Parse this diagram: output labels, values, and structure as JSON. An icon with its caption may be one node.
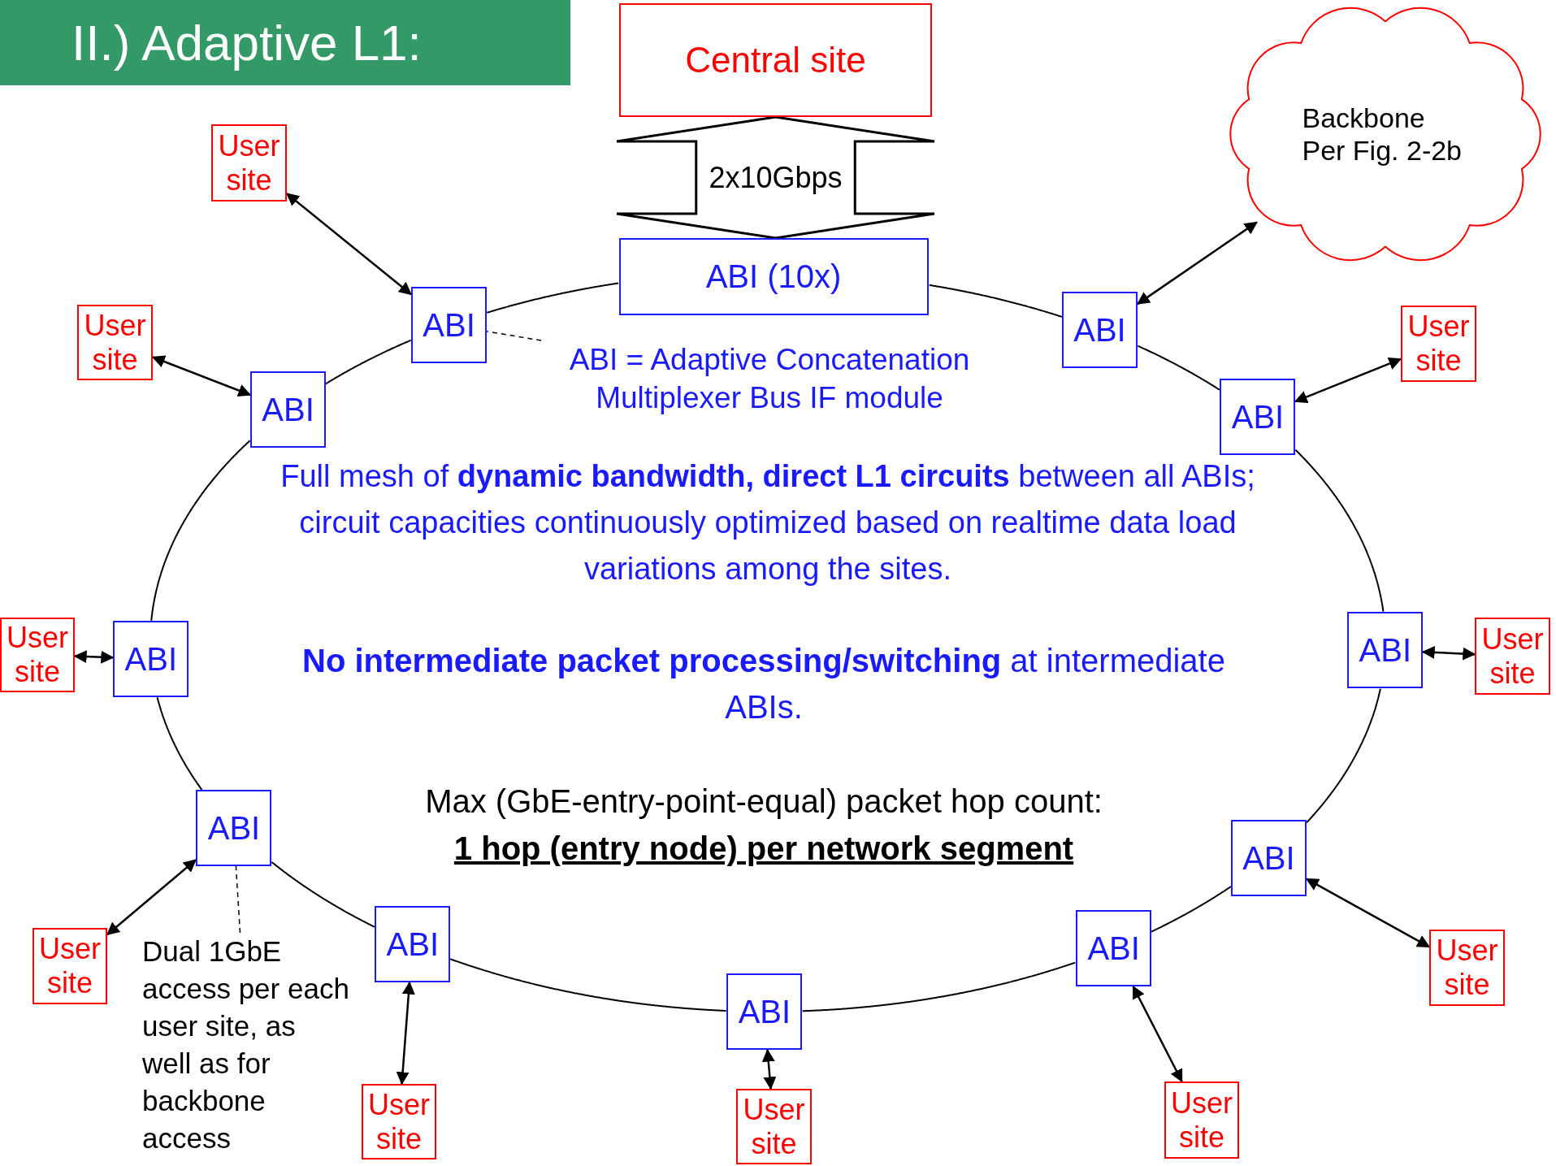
{
  "diagram": {
    "title": "II.) Adaptive L1:",
    "nodes": [
      {
        "text": [
          "Central site"
        ]
      },
      {
        "text": [
          "ABI (10x)"
        ]
      },
      {
        "text": [
          "Backbone Per Fig. 2-2b"
        ]
      },
      {
        "text": [
          "User site"
        ]
      },
      {
        "text": [
          "ABI"
        ]
      },
      {
        "text": [
          "User site"
        ]
      },
      {
        "text": [
          "ABI"
        ]
      },
      {
        "text": [
          "ABI"
        ]
      },
      {
        "text": [
          "User site"
        ]
      },
      {
        "text": [
          "ABI"
        ]
      },
      {
        "text": [
          "User site"
        ]
      },
      {
        "text": [
          "ABI"
        ]
      },
      {
        "text": [
          "ABI"
        ]
      },
      {
        "text": [
          "User site"
        ]
      },
      {
        "text": [
          "ABI"
        ]
      },
      {
        "text": [
          "User site"
        ]
      },
      {
        "text": [
          "ABI"
        ]
      },
      {
        "text": [
          "User site"
        ]
      },
      {
        "text": [
          "ABI"
        ]
      },
      {
        "text": [
          "User site"
        ]
      },
      {
        "text": [
          "ABI"
        ]
      },
      {
        "text": [
          "User site"
        ]
      },
      {
        "text": [
          "ABI"
        ]
      },
      {
        "text": [
          "User site"
        ]
      },
      {
        "text": [
          "ABI = Adaptive Concatenation Multiplexer Bus IF module"
        ]
      },
      {
        "text": [
          "Dual 1GbE access per each user site, as well as for backbone access"
        ]
      }
    ],
    "edges": [
      {
        "from": 0,
        "to": 1,
        "arrow": "both",
        "label": "2x10Gbps",
        "style": "thick"
      },
      {
        "from": 1,
        "to": 7,
        "arrow": "none"
      },
      {
        "from": 7,
        "to": 9,
        "arrow": "none"
      },
      {
        "from": 9,
        "to": 12,
        "arrow": "none"
      },
      {
        "from": 12,
        "to": 22,
        "arrow": "none"
      },
      {
        "from": 22,
        "to": 20,
        "arrow": "none"
      },
      {
        "from": 20,
        "to": 18,
        "arrow": "none"
      },
      {
        "from": 18,
        "to": 16,
        "arrow": "none"
      },
      {
        "from": 16,
        "to": 14,
        "arrow": "none"
      },
      {
        "from": 14,
        "to": 11,
        "arrow": "none"
      },
      {
        "from": 11,
        "to": 6,
        "arrow": "none"
      },
      {
        "from": 6,
        "to": 4,
        "arrow": "none"
      },
      {
        "from": 4,
        "to": 1,
        "arrow": "none"
      },
      {
        "from": 3,
        "to": 4,
        "arrow": "both"
      },
      {
        "from": 5,
        "to": 6,
        "arrow": "both"
      },
      {
        "from": 2,
        "to": 7,
        "arrow": "both"
      },
      {
        "from": 8,
        "to": 9,
        "arrow": "both"
      },
      {
        "from": 10,
        "to": 11,
        "arrow": "both"
      },
      {
        "from": 12,
        "to": 13,
        "arrow": "both"
      },
      {
        "from": 14,
        "to": 15,
        "arrow": "both"
      },
      {
        "from": 16,
        "to": 17,
        "arrow": "both"
      },
      {
        "from": 18,
        "to": 19,
        "arrow": "both"
      },
      {
        "from": 20,
        "to": 21,
        "arrow": "both"
      },
      {
        "from": 22,
        "to": 23,
        "arrow": "both"
      },
      {
        "from": 24,
        "to": 4,
        "arrow": "none",
        "style": "dashed"
      },
      {
        "from": 25,
        "to": 14,
        "arrow": "none",
        "style": "dashed"
      }
    ],
    "labels": [
      "Full mesh of **dynamic bandwidth, direct L1 circuits** between all ABIs; circuit capacities continuously optimized based on realtime data load variations among the sites.",
      "**No intermediate packet processing/switching** at intermediate ABIs.",
      "Max (GbE-entry-point-equal) packet hop count:",
      "1 hop (entry node) per network segment"
    ]
  }
}
